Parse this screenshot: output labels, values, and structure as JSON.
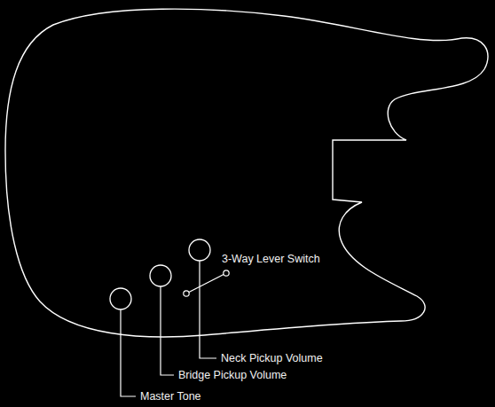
{
  "diagram": {
    "labels": [
      "3-Way Lever Switch",
      "Neck Pickup Volume",
      "Bridge Pickup Volume",
      "Master Tone"
    ]
  }
}
